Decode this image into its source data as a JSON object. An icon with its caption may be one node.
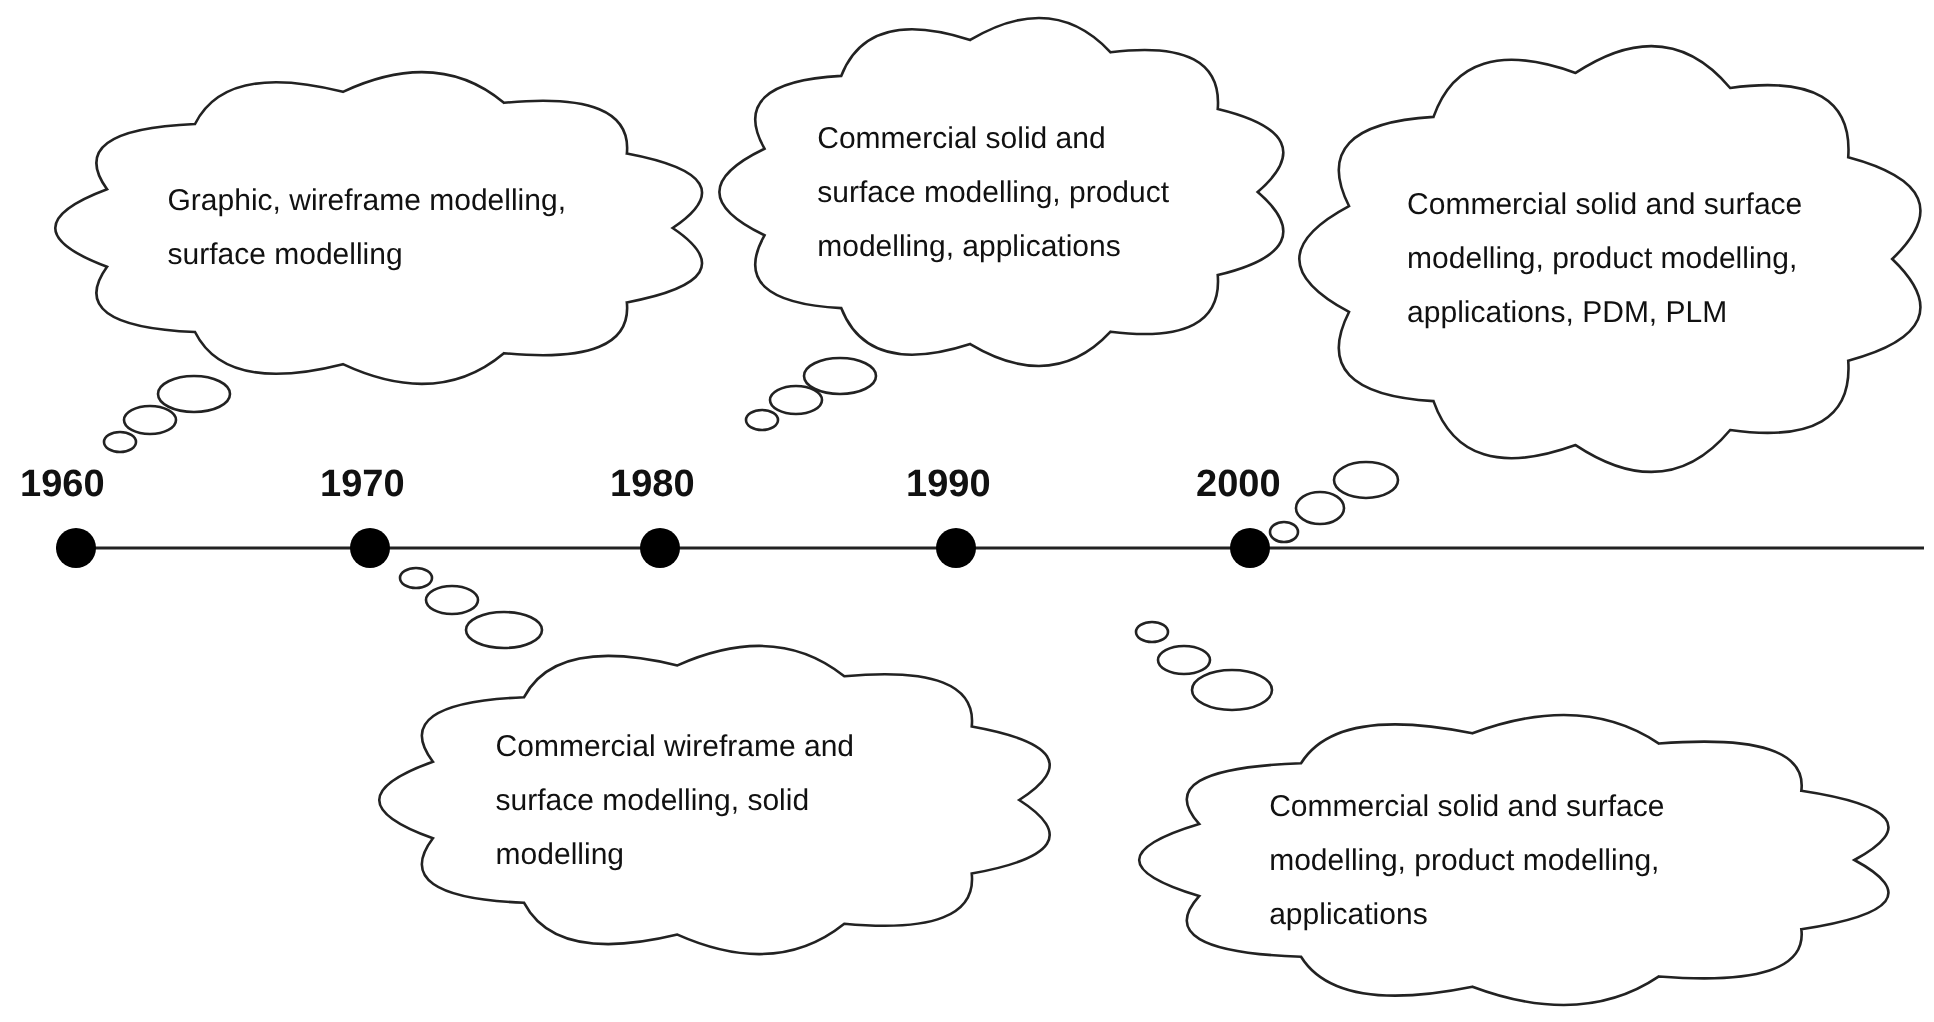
{
  "diagram": {
    "nodes": [
      {
        "text": [
          "Graphic, wireframe modelling, surface modelling"
        ]
      },
      {
        "text": [
          "Commercial solid and surface modelling, product modelling, applications"
        ]
      },
      {
        "text": [
          "Commercial solid and surface modelling, product modelling, applications, PDM, PLM"
        ]
      },
      {
        "text": [
          "Commercial wireframe and surface modelling, solid modelling"
        ]
      },
      {
        "text": [
          "Commercial solid and surface modelling, product modelling, applications"
        ]
      }
    ],
    "labels": [
      "1960",
      "1970",
      "1980",
      "1990",
      "2000"
    ]
  }
}
